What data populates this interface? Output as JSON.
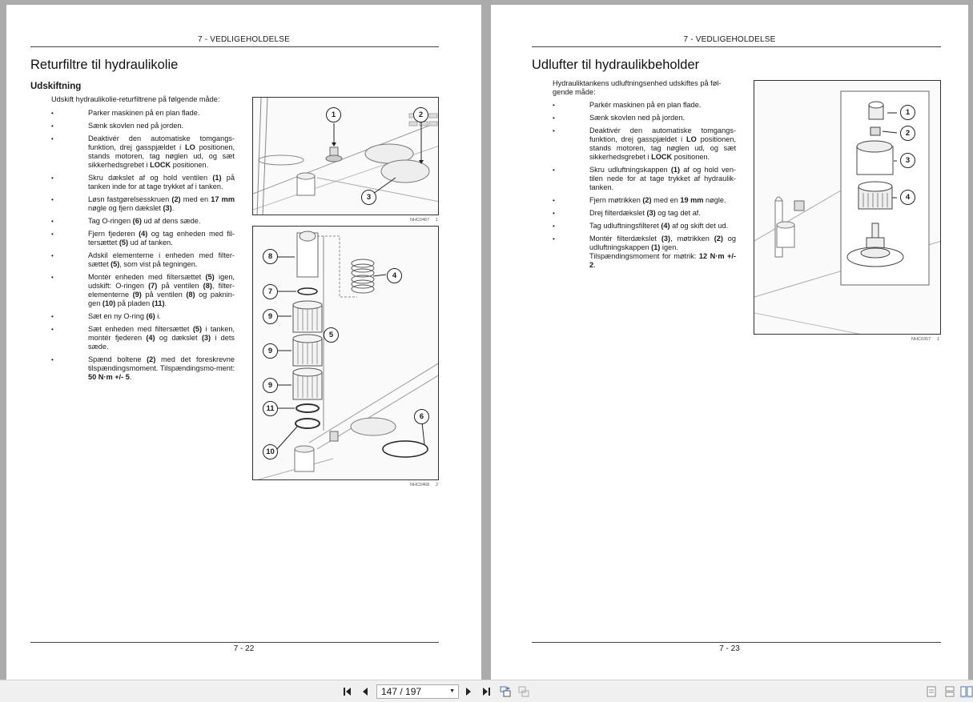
{
  "viewer": {
    "current_page": "147 / 197",
    "toolbar": {
      "first_page": "first-page",
      "prev_page": "previous-page",
      "next_page": "next-page",
      "last_page": "last-page",
      "rotate": "rotate-view",
      "fit": "fit-view",
      "view_single": "single-page-view",
      "view_continuous": "continuous-view",
      "view_facing": "facing-pages-view"
    }
  },
  "left_page": {
    "header": "7 - VEDLIGEHOLDELSE",
    "title": "Returfiltre til hydraulikolie",
    "subtitle": "Udskiftning",
    "intro": "Udskift hydraulikolie-returfiltrene på følgende måde:",
    "steps": [
      "Parker maskinen på en plan flade.",
      "Sænk skovlen ned på jorden.",
      "Deaktivér den automatiske tomgangs-funktion, drej gasspjældet i <b>LO</b> positionen, stands motoren, tag nøglen ud, og sæt sikkerhedsgrebet i <b>LOCK</b> positionen.",
      "Skru dækslet af og hold ventilen <b>(1)</b> på tanken inde for at tage trykket af i tanken.",
      "Løsn fastgørelsesskruen <b>(2)</b> med en <b>17 mm</b> nøgle og fjern dækslet <b>(3)</b>.",
      "Tag O-ringen <b>(6)</b> ud af dens sæde.",
      "Fjern fjederen <b>(4)</b> og tag enheden med fil-tersættet <b>(5)</b> ud af tanken.",
      "Adskil elementerne i enheden med filter-sættet <b>(5)</b>, som vist på tegningen.",
      "Montér enheden med filtersættet <b>(5)</b> igen, udskift: O-ringen <b>(7)</b> på ventilen <b>(8)</b>, filter-elementerne <b>(9)</b> på ventilen <b>(8)</b> og paknin-gen <b>(10)</b> på pladen <b>(11)</b>.",
      "Sæt en ny O-ring <b>(6)</b> i.",
      "Sæt enheden med filtersættet <b>(5)</b> i tanken, montér fjederen <b>(4)</b> og dækslet <b>(3)</b> i dets sæde.",
      "Spænd boltene <b>(2)</b> med det foreskrevne tilspændingsmoment. Tilspændingsmo-ment: <b>50 N·m +/- 5</b>."
    ],
    "figure1": {
      "code": "NHC0467",
      "number": "1",
      "callouts": [
        "1",
        "2",
        "3"
      ]
    },
    "figure2": {
      "code": "NHC0468",
      "number": "2",
      "callouts": [
        "8",
        "7",
        "9",
        "9",
        "9",
        "11",
        "10",
        "4",
        "5",
        "6"
      ]
    },
    "footer": "7 - 22"
  },
  "right_page": {
    "header": "7 - VEDLIGEHOLDELSE",
    "title": "Udlufter til hydraulikbeholder",
    "intro": "Hydrauliktankens udluftningsenhed udskiftes på føl-gende måde:",
    "steps": [
      "Parkér maskinen på en plan flade.",
      "Sænk skovlen ned på jorden.",
      "Deaktivér den automatiske tomgangs-funktion, drej gasspjældet i <b>LO</b> positionen, stands motoren, tag nøglen ud, og sæt sikkerhedsgrebet i <b>LOCK</b> positionen.",
      "Skru udluftningskappen <b>(1)</b> af og hold ven-tilen nede for at tage trykket af hydraulik-tanken.",
      "Fjern møtrikken <b>(2)</b> med en <b>19 mm</b> nøgle.",
      "Drej filterdækslet <b>(3)</b> og tag det af.",
      "Tag udluftningsfilteret <b>(4)</b> af og skift det ud.",
      "Montér filterdækslet <b>(3)</b>, møtrikken <b>(2)</b> og udluftningskappen <b>(1)</b> igen.<br>Tilspændingsmoment for møtrik: <b>12 N·m +/- 2</b>."
    ],
    "figure1": {
      "code": "NHC0357",
      "number": "1",
      "callouts": [
        "1",
        "2",
        "3",
        "4"
      ]
    },
    "footer": "7 - 23"
  }
}
